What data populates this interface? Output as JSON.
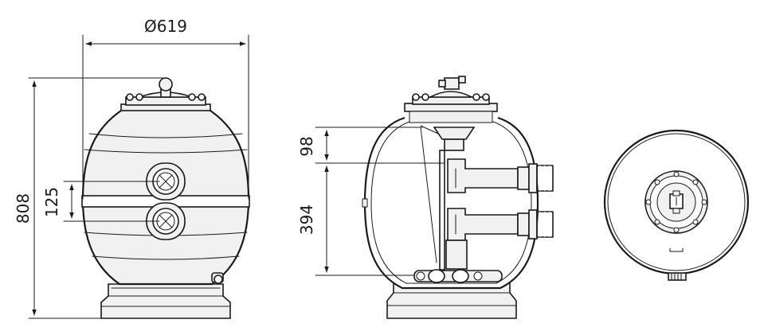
{
  "dimensions": {
    "diameter": "Ø619",
    "height": "808",
    "port_spacing": "125",
    "top_offset": "98",
    "internal_spacing": "394"
  },
  "colors": {
    "line": "#1a1a1a",
    "fill": "#f1f1f1",
    "background": "#ffffff"
  }
}
